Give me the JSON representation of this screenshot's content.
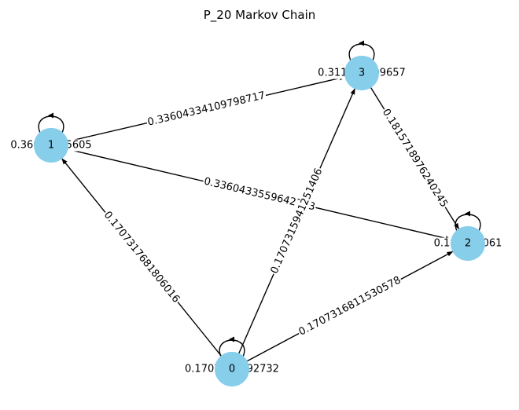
{
  "title": "P_20 Markov Chain",
  "colors": {
    "node_fill": "#87ceeb",
    "edge": "#000000",
    "text": "#000000",
    "background": "#ffffff"
  },
  "nodes": [
    {
      "id": "0",
      "label": "0"
    },
    {
      "id": "1",
      "label": "1"
    },
    {
      "id": "2",
      "label": "2"
    },
    {
      "id": "3",
      "label": "3"
    }
  ],
  "edges": [
    {
      "from": "1",
      "to": "3",
      "label": "0.33604334109798717"
    },
    {
      "from": "1",
      "to": "2",
      "label": "0.3360433559642733"
    },
    {
      "from": "0",
      "to": "1",
      "label": "0.1707317681806016"
    },
    {
      "from": "0",
      "to": "3",
      "label": "0.1707315941251406"
    },
    {
      "from": "0",
      "to": "2",
      "label": "0.1707316811530578"
    },
    {
      "from": "3",
      "to": "2",
      "label": "0.1815718976240245"
    }
  ],
  "self_loops": [
    {
      "node": "0",
      "label": "0.1707315692732"
    },
    {
      "node": "1",
      "label": "0.36043305605"
    },
    {
      "node": "2",
      "label": "0.181575061"
    },
    {
      "node": "3",
      "label": "0.311655209657"
    }
  ]
}
